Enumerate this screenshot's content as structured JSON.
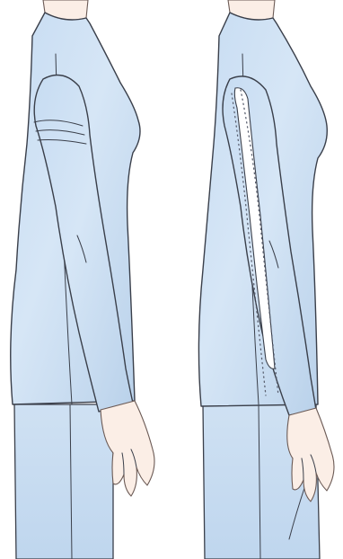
{
  "figure": {
    "panels": [
      {
        "id": "left",
        "description_icon": "fitted-sleeve-figure"
      },
      {
        "id": "right",
        "description_icon": "slashed-sleeve-figure"
      }
    ],
    "colors": {
      "fabric": "#cfe0f2",
      "fabric_shade": "#b7cfe9",
      "skin": "#fbeee6",
      "outline": "#3a3f4a"
    }
  }
}
